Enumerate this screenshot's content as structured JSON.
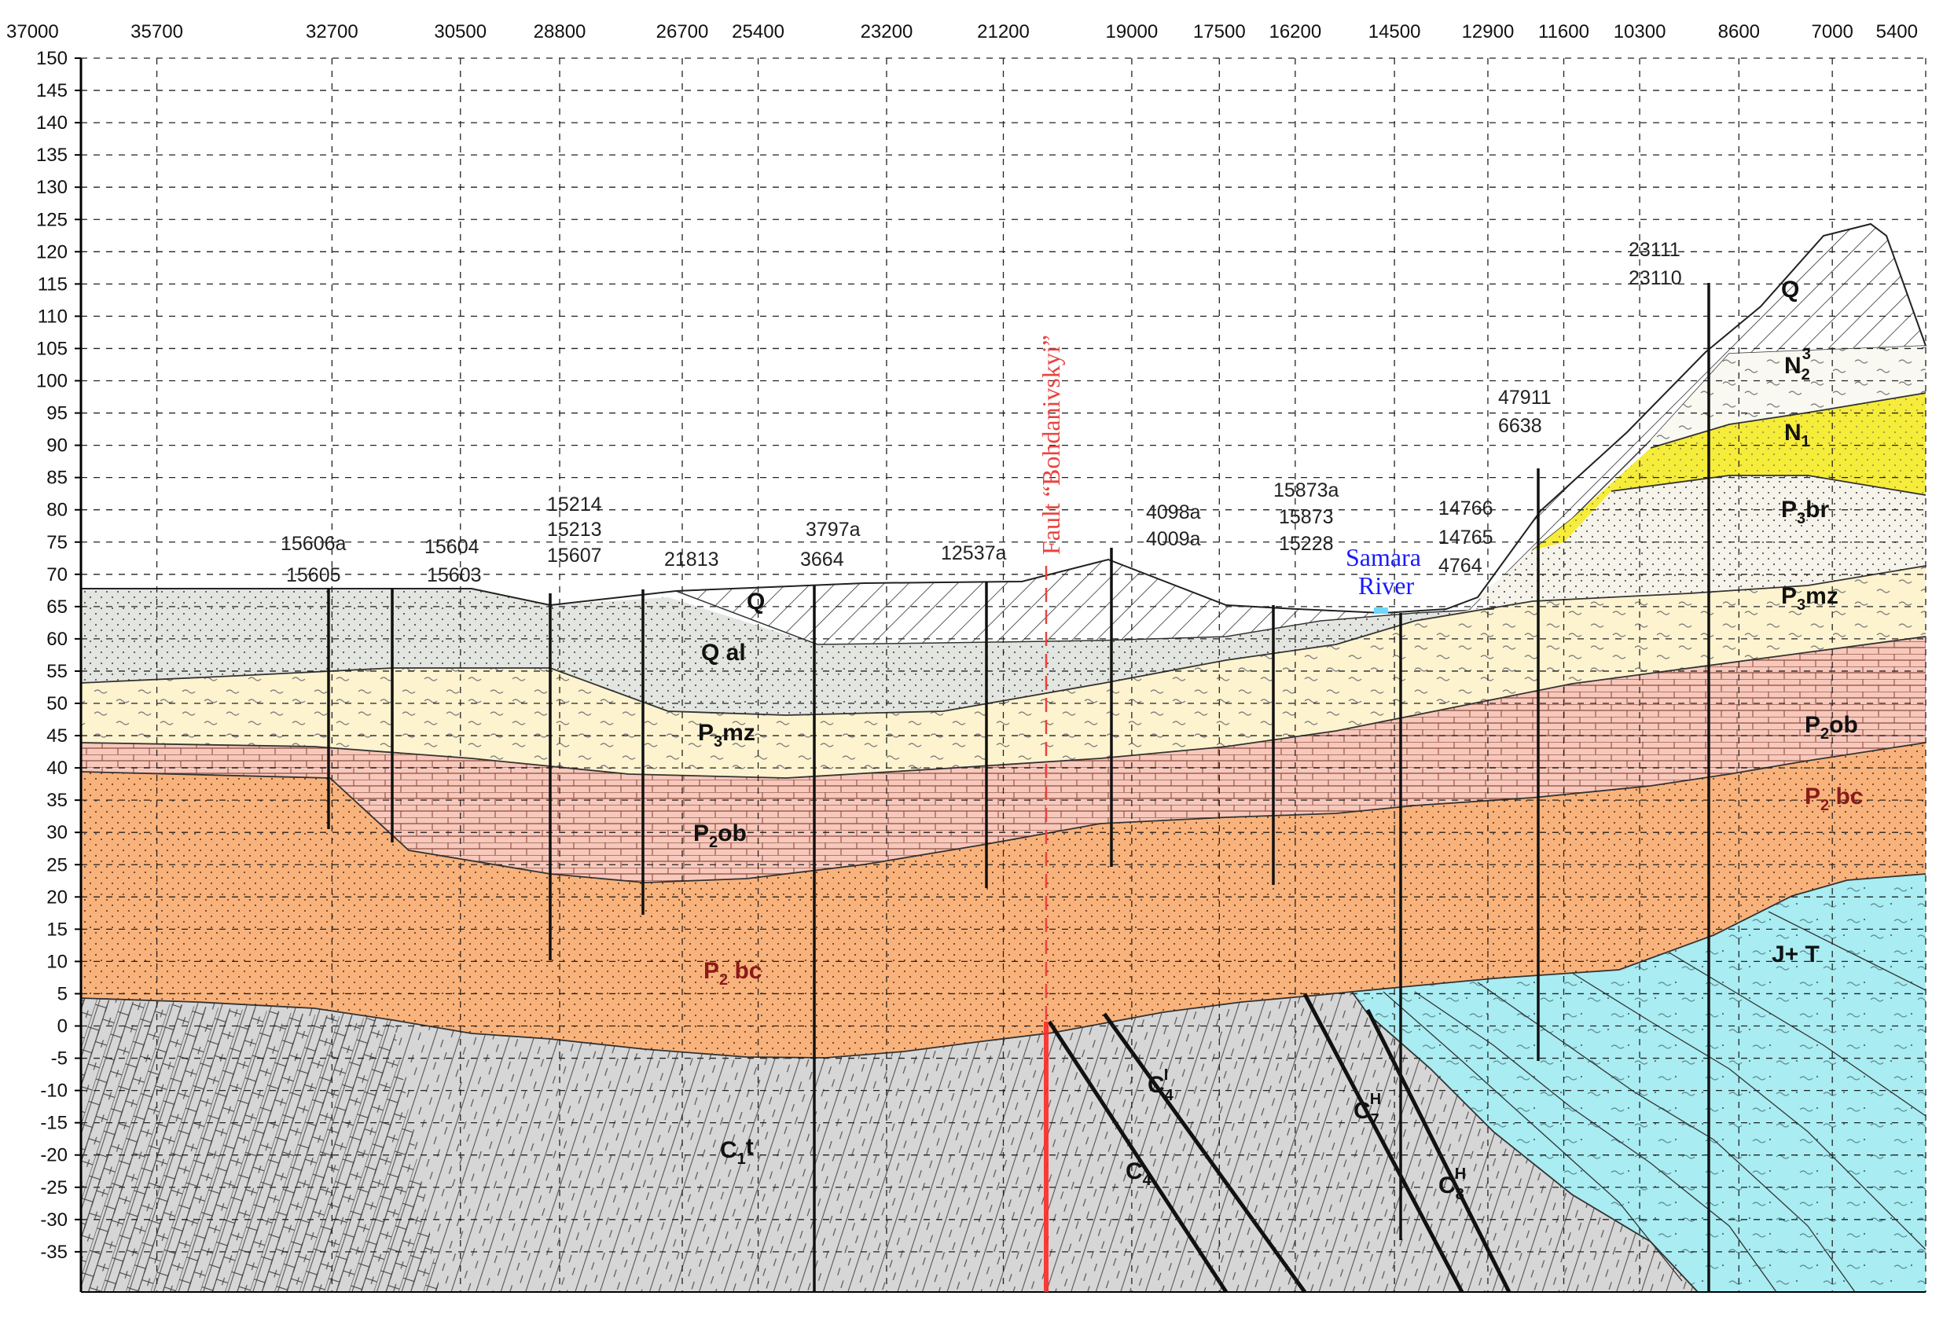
{
  "y_axis": {
    "ticks": [
      "150",
      "145",
      "140",
      "135",
      "130",
      "125",
      "120",
      "115",
      "110",
      "105",
      "100",
      "95",
      "90",
      "85",
      "80",
      "75",
      "70",
      "65",
      "60",
      "55",
      "50",
      "45",
      "40",
      "35",
      "30",
      "25",
      "20",
      "15",
      "10",
      "5",
      "0",
      "-5",
      "-10",
      "-15",
      "-20",
      "-25",
      "-30",
      "-35"
    ]
  },
  "x_axis": {
    "ticks": [
      "37000",
      "35700",
      "32700",
      "30500",
      "28800",
      "26700",
      "25400",
      "23200",
      "21200",
      "19000",
      "17500",
      "16200",
      "14500",
      "12900",
      "11600",
      "10300",
      "8600",
      "7000",
      "5400"
    ]
  },
  "wells": [
    {
      "id": "w1",
      "lines": [
        "15606a",
        "15605"
      ]
    },
    {
      "id": "w2",
      "lines": [
        "15604",
        "15603"
      ]
    },
    {
      "id": "w3",
      "lines": [
        "15214",
        "15213",
        "15607"
      ]
    },
    {
      "id": "w4",
      "lines": [
        "21813"
      ]
    },
    {
      "id": "w5",
      "lines": [
        "3797a",
        "3664"
      ]
    },
    {
      "id": "w6",
      "lines": [
        "12537a"
      ]
    },
    {
      "id": "w7",
      "lines": [
        "4098a",
        "4009a"
      ]
    },
    {
      "id": "w8",
      "lines": [
        "15873a",
        "15873",
        "15228"
      ]
    },
    {
      "id": "w9",
      "lines": [
        "14766",
        "14765",
        "4764"
      ]
    },
    {
      "id": "w10",
      "lines": [
        "47911",
        "6638"
      ]
    },
    {
      "id": "w11",
      "lines": [
        "23111",
        "23110"
      ]
    }
  ],
  "units": {
    "Q_top": {
      "main": "Q",
      "sub": "",
      "sup": ""
    },
    "Qal": {
      "main": "Q al",
      "sub": "",
      "sup": ""
    },
    "P3mz_left": {
      "main": "P",
      "sub": "3",
      "tail": "mz"
    },
    "P2ob_left": {
      "main": "P",
      "sub": "2",
      "tail": "ob"
    },
    "P2bc_left": {
      "main": "P",
      "sub": "2",
      "tail": " bc"
    },
    "C1t": {
      "main": "C",
      "sub": "1",
      "tail": "t"
    },
    "C4_upper": {
      "main": "C",
      "sub": "4",
      "sup": "I"
    },
    "C4_lower": {
      "main": "C",
      "sub": "4"
    },
    "C7H": {
      "main": "C",
      "sub": "7",
      "sup": "H"
    },
    "C8H": {
      "main": "C",
      "sub": "8",
      "sup": "H"
    },
    "Q_right": {
      "main": "Q"
    },
    "N2_3": {
      "main": "N",
      "sub": "2",
      "sup": "3"
    },
    "N1": {
      "main": "N",
      "sub": "1"
    },
    "P3br": {
      "main": "P",
      "sub": "3",
      "tail": "br"
    },
    "P3mz_right": {
      "main": "P",
      "sub": "3",
      "tail": "mz"
    },
    "P2ob_right": {
      "main": "P",
      "sub": "2",
      "tail": "ob"
    },
    "P2bc_right": {
      "main": "P",
      "sub": "2",
      "tail": " bc"
    },
    "JT": {
      "main": "J+ T"
    }
  },
  "fault": {
    "label": "Fault “Bohdanivskyi”",
    "color": "#e8433f"
  },
  "river": {
    "line1": "Samara",
    "line2": "River",
    "color": "#1a1aff"
  },
  "colors": {
    "qal": "#e3e6e0",
    "p3mz": "#fdf3cf",
    "p2ob": "#f7c8bb",
    "p2bc": "#f8b37c",
    "carb": "#d6d6d6",
    "jt": "#a9ecf2",
    "n1": "#f6ec3a",
    "p3br": "#f6f4ea",
    "n2": "#f9f9f2",
    "q_hatch": "#ffffff"
  }
}
